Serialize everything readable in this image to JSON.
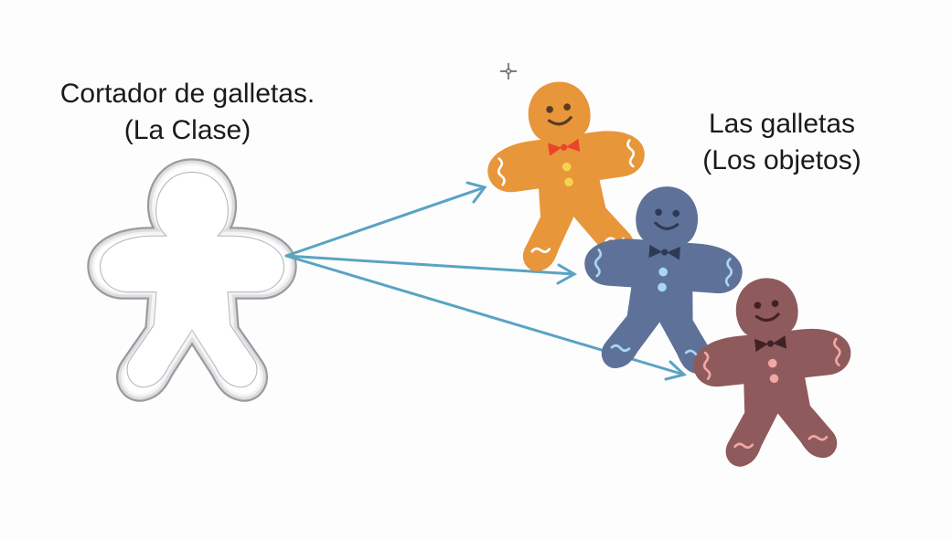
{
  "cutter": {
    "title_line1": "Cortador de galletas.",
    "title_line2": "(La Clase)"
  },
  "cookies": {
    "title_line1": "Las galletas",
    "title_line2": "(Los objetos)"
  },
  "colors": {
    "background": "#fdfdfd",
    "arrow": "#5aa3c4",
    "cookie_orange": "#e8963a",
    "cookie_blue": "#5e7299",
    "cookie_brown": "#8f5a5c",
    "bowtie_red": "#e8462c",
    "metal": "#c9cacc"
  },
  "icons": {
    "cursor": "crosshair-move-icon"
  }
}
